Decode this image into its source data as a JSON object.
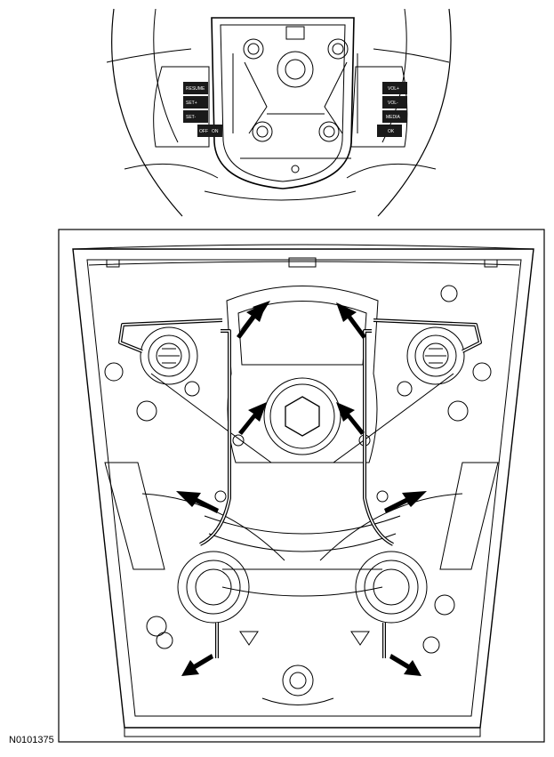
{
  "figure": {
    "reference_id": "N0101375"
  },
  "overview": {
    "left_switch_labels": [
      "RESUME",
      "SET+",
      "SET-",
      "OFF",
      "ON"
    ],
    "right_switch_labels": [
      "VOL+",
      "VOL-",
      "MEDIA",
      "OK"
    ]
  },
  "detail": {
    "callout_arrow_count": 8,
    "arrow_color": "#000000"
  }
}
